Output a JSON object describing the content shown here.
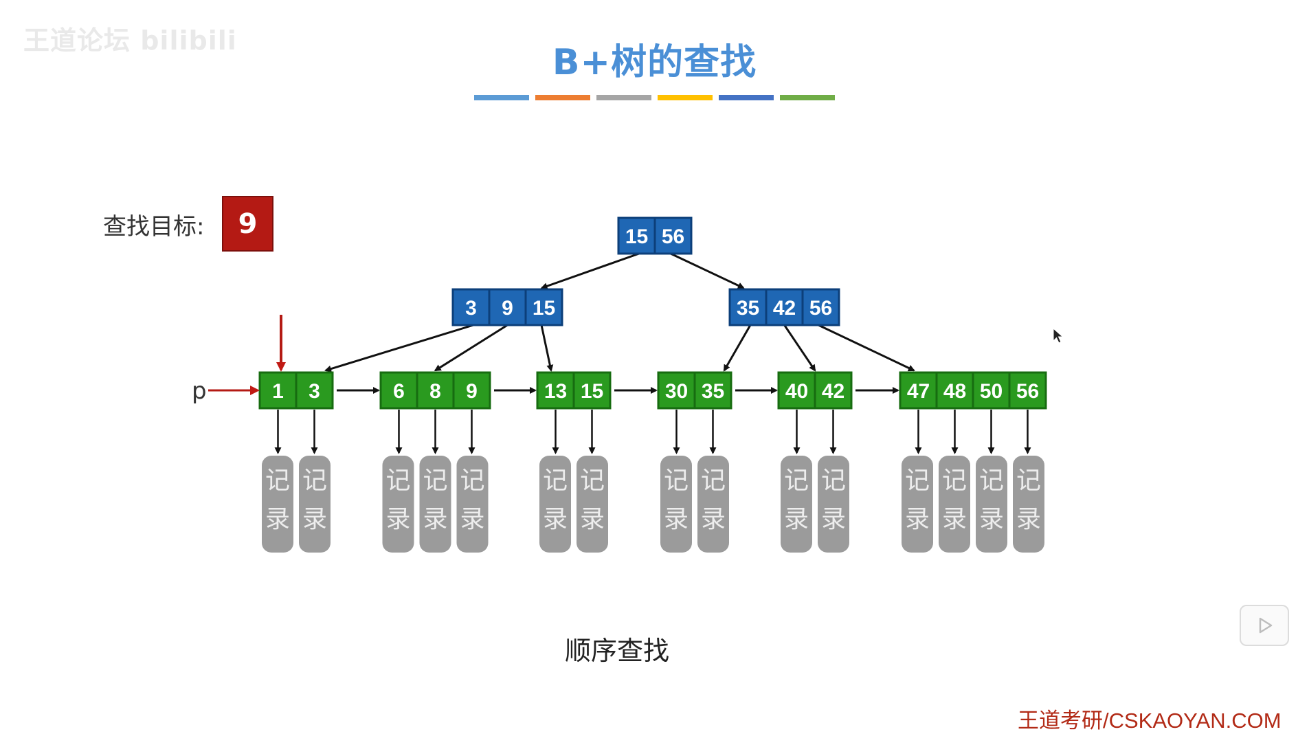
{
  "watermark": "王道论坛 bilibili",
  "title": "B+树的查找",
  "title_bar_colors": [
    "#5b9bd5",
    "#ed7d31",
    "#a5a5a5",
    "#ffc000",
    "#4472c4",
    "#70ad47"
  ],
  "search": {
    "label": "查找目标:",
    "value": "9"
  },
  "pointer_label": "p",
  "record_label": [
    "记",
    "录"
  ],
  "caption": "顺序查找",
  "footer": "王道考研/CSKAOYAN.COM",
  "colors": {
    "internal": "#1f67b4",
    "leaf": "#2a9a1f",
    "record": "#9b9b9b",
    "highlight": "#b41a14"
  },
  "tree": {
    "root": [
      "15",
      "56"
    ],
    "level1": [
      [
        "3",
        "9",
        "15"
      ],
      [
        "35",
        "42",
        "56"
      ]
    ],
    "leaves": [
      [
        "1",
        "3"
      ],
      [
        "6",
        "8",
        "9"
      ],
      [
        "13",
        "15"
      ],
      [
        "30",
        "35"
      ],
      [
        "40",
        "42"
      ],
      [
        "47",
        "48",
        "50",
        "56"
      ]
    ],
    "current_leaf": 0
  }
}
